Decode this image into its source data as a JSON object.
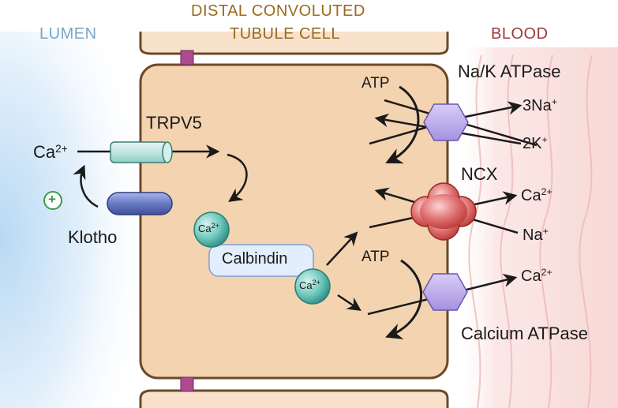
{
  "colors": {
    "lumen_label": "#7aa6c6",
    "cell_label": "#9a6a1d",
    "blood_label": "#9b3a3a",
    "cell_fill": "#f3d3b0",
    "cell_border": "#6b4a2a",
    "junction": "#b04a8f",
    "trpv5": "#bfe6df",
    "klotho": "#6d7fc6",
    "calbindin": "#e3eefc",
    "calcium_ball": "#4fb3a8",
    "na_k_atpase": "#b6a6e6",
    "ncx": "#d85a5a",
    "plus_green": "#3a9a4a"
  },
  "regions": {
    "lumen": "LUMEN",
    "cell_line1": "DISTAL CONVOLUTED",
    "cell_line2": "TUBULE CELL",
    "blood": "BLOOD"
  },
  "labels": {
    "trpv5": "TRPV5",
    "klotho": "Klotho",
    "calbindin": "Calbindin",
    "na_k_atpase": "Na/K ATPase",
    "ncx": "NCX",
    "calcium_atpase": "Calcium ATPase",
    "atp_top": "ATP",
    "atp_bottom": "ATP",
    "plus": "+"
  },
  "ions": {
    "ca_base": "Ca",
    "ca_charge": "2+",
    "three_na_base": "3Na",
    "three_na_charge": "+",
    "two_k_base": "2K",
    "two_k_charge": "+",
    "na_base": "Na",
    "na_charge": "+"
  },
  "icons": [
    "plus-circle-icon",
    "junction-icon"
  ]
}
